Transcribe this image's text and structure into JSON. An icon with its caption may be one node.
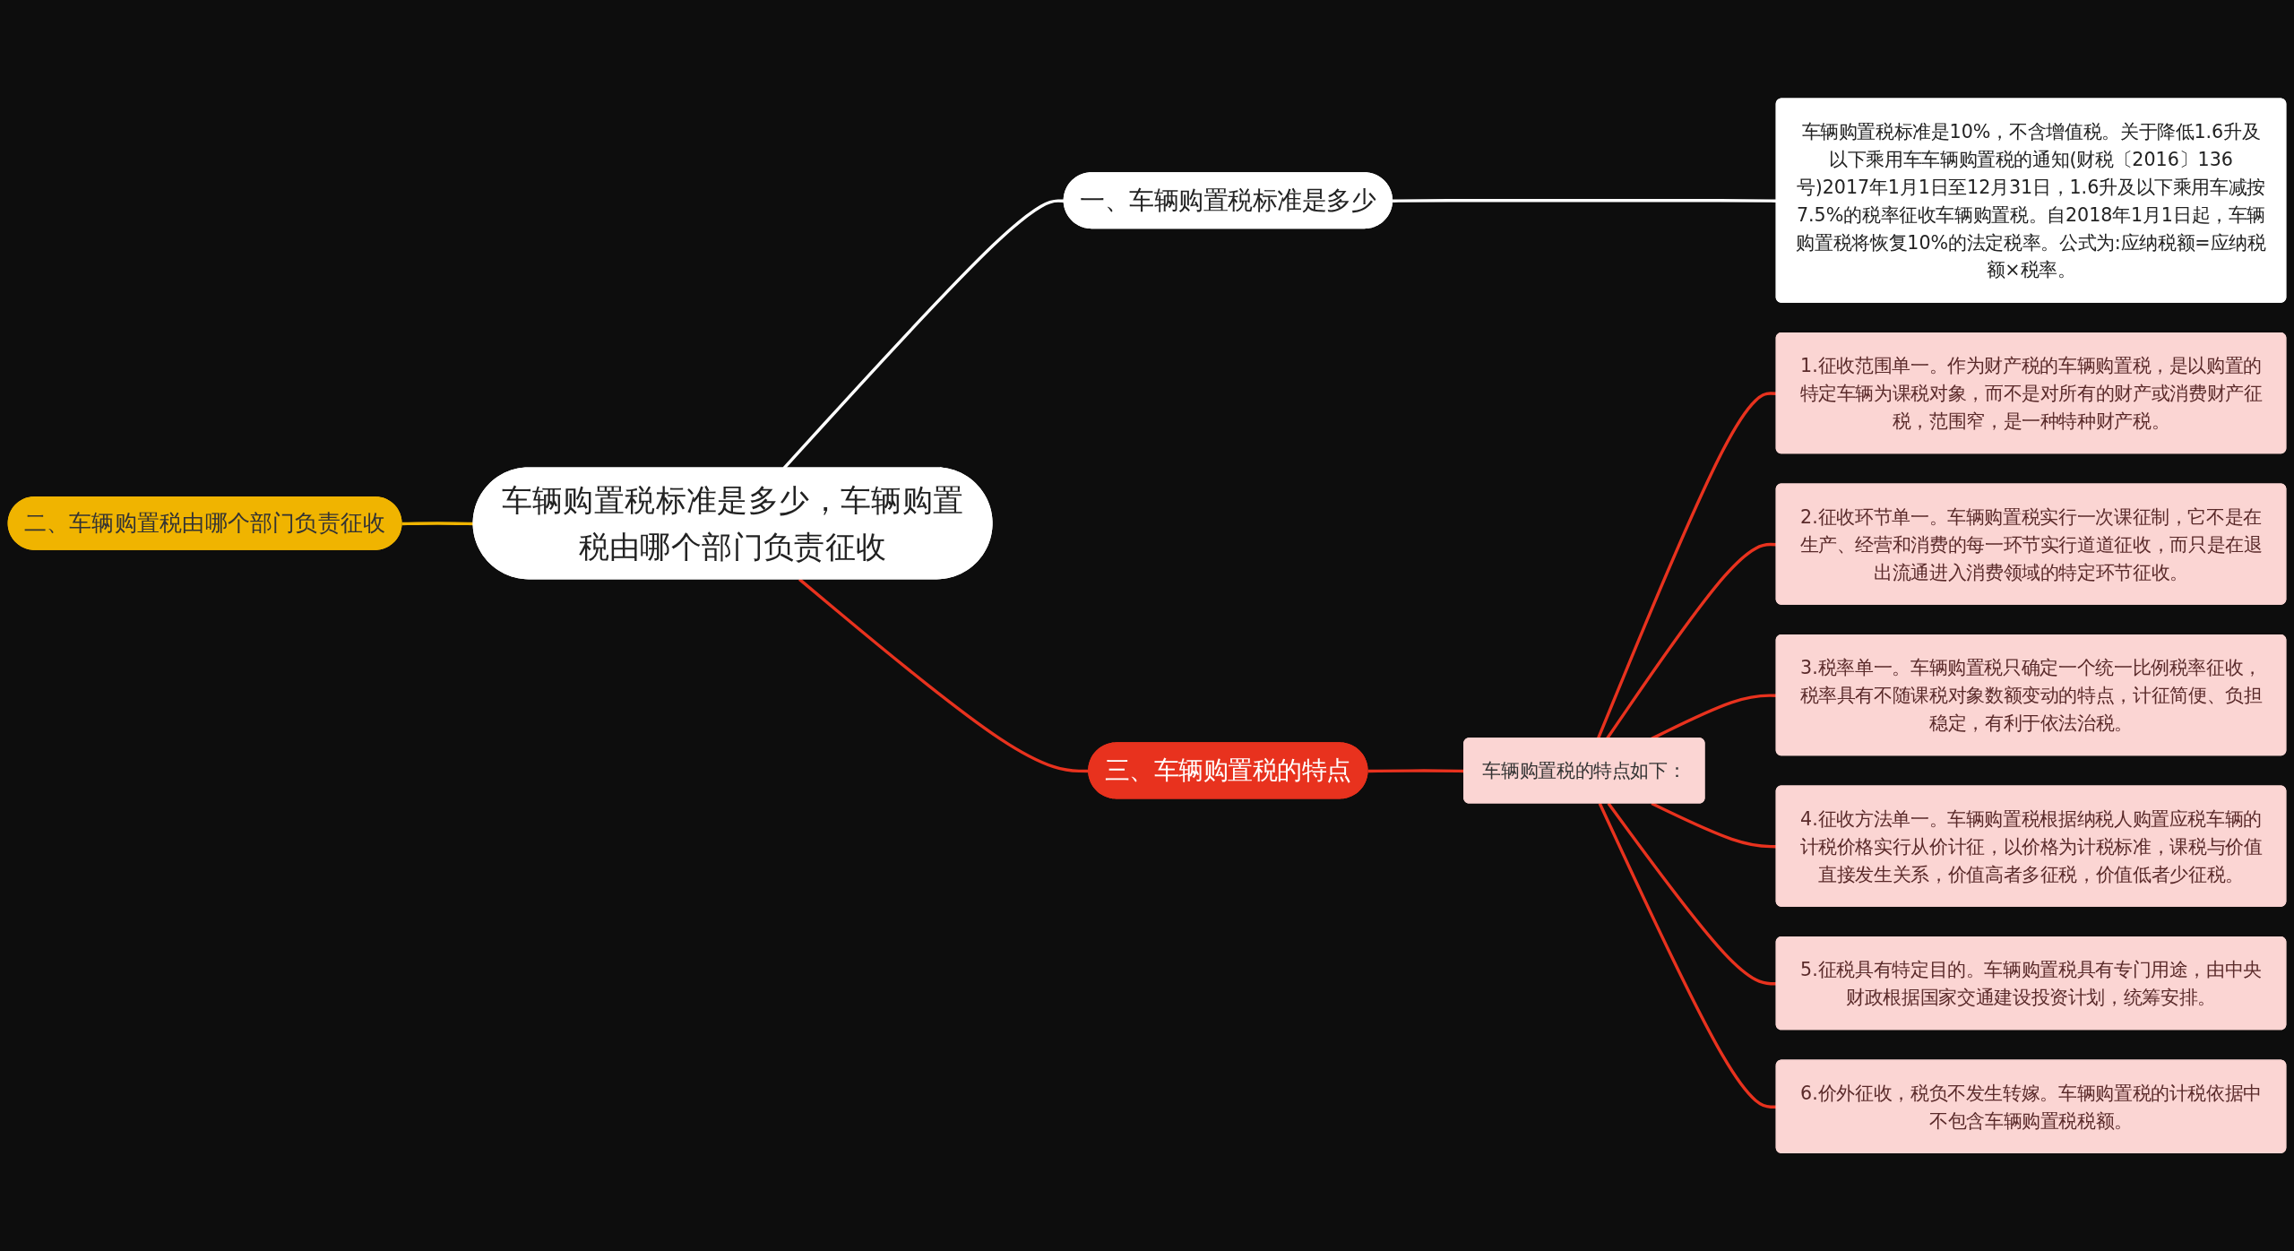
{
  "diagram": {
    "nodes": [
      {
        "text": [
          "车辆购置税标准是多少，车辆购置税由哪个部门负责征收"
        ]
      },
      {
        "text": [
          "一、车辆购置税标准是多少"
        ]
      },
      {
        "text": [
          "车辆购置税标准是10%，不含增值税。关于降低1.6升及以下乘用车车辆购置税的通知(财税〔2016〕136号)2017年1月1日至12月31日，1.6升及以下乘用车减按7.5%的税率征收车辆购置税。自2018年1月1日起，车辆购置税将恢复10%的法定税率。公式为:应纳税额=应纳税额×税率。"
        ]
      },
      {
        "text": [
          "二、车辆购置税由哪个部门负责征收"
        ]
      },
      {
        "text": [
          "三、车辆购置税的特点"
        ]
      },
      {
        "text": [
          "车辆购置税的特点如下："
        ]
      },
      {
        "text": [
          "1.征收范围单一。作为财产税的车辆购置税，是以购置的特定车辆为课税对象，而不是对所有的财产或消费财产征税，范围窄，是一种特种财产税。"
        ]
      },
      {
        "text": [
          "2.征收环节单一。车辆购置税实行一次课征制，它不是在生产、经营和消费的每一环节实行道道征收，而只是在退出流通进入消费领域的特定环节征收。"
        ]
      },
      {
        "text": [
          "3.税率单一。车辆购置税只确定一个统一比例税率征收，税率具有不随课税对象数额变动的特点，计征简便、负担稳定，有利于依法治税。"
        ]
      },
      {
        "text": [
          "4.征收方法单一。车辆购置税根据纳税人购置应税车辆的计税价格实行从价计征，以价格为计税标准，课税与价值直接发生关系，价值高者多征税，价值低者少征税。"
        ]
      },
      {
        "text": [
          "5.征税具有特定目的。车辆购置税具有专门用途，由中央财政根据国家交通建设投资计划，统筹安排。"
        ]
      },
      {
        "text": [
          "6.价外征收，税负不发生转嫁。车辆购置税的计税依据中不包含车辆购置税税额。"
        ]
      }
    ],
    "edges": [
      {
        "from": 0,
        "to": 1,
        "arrow": "none",
        "color": "#ffffff"
      },
      {
        "from": 1,
        "to": 2,
        "arrow": "none",
        "color": "#ffffff"
      },
      {
        "from": 3,
        "to": 0,
        "arrow": "none",
        "color": "#f0b400"
      },
      {
        "from": 0,
        "to": 4,
        "arrow": "none"
      },
      {
        "from": 4,
        "to": 5,
        "arrow": "none"
      },
      {
        "from": 5,
        "to": 6,
        "arrow": "none"
      },
      {
        "from": 5,
        "to": 7,
        "arrow": "none"
      },
      {
        "from": 5,
        "to": 8,
        "arrow": "none"
      },
      {
        "from": 5,
        "to": 9,
        "arrow": "none"
      },
      {
        "from": 5,
        "to": 10,
        "arrow": "none"
      },
      {
        "from": 5,
        "to": 11,
        "arrow": "none"
      }
    ]
  }
}
